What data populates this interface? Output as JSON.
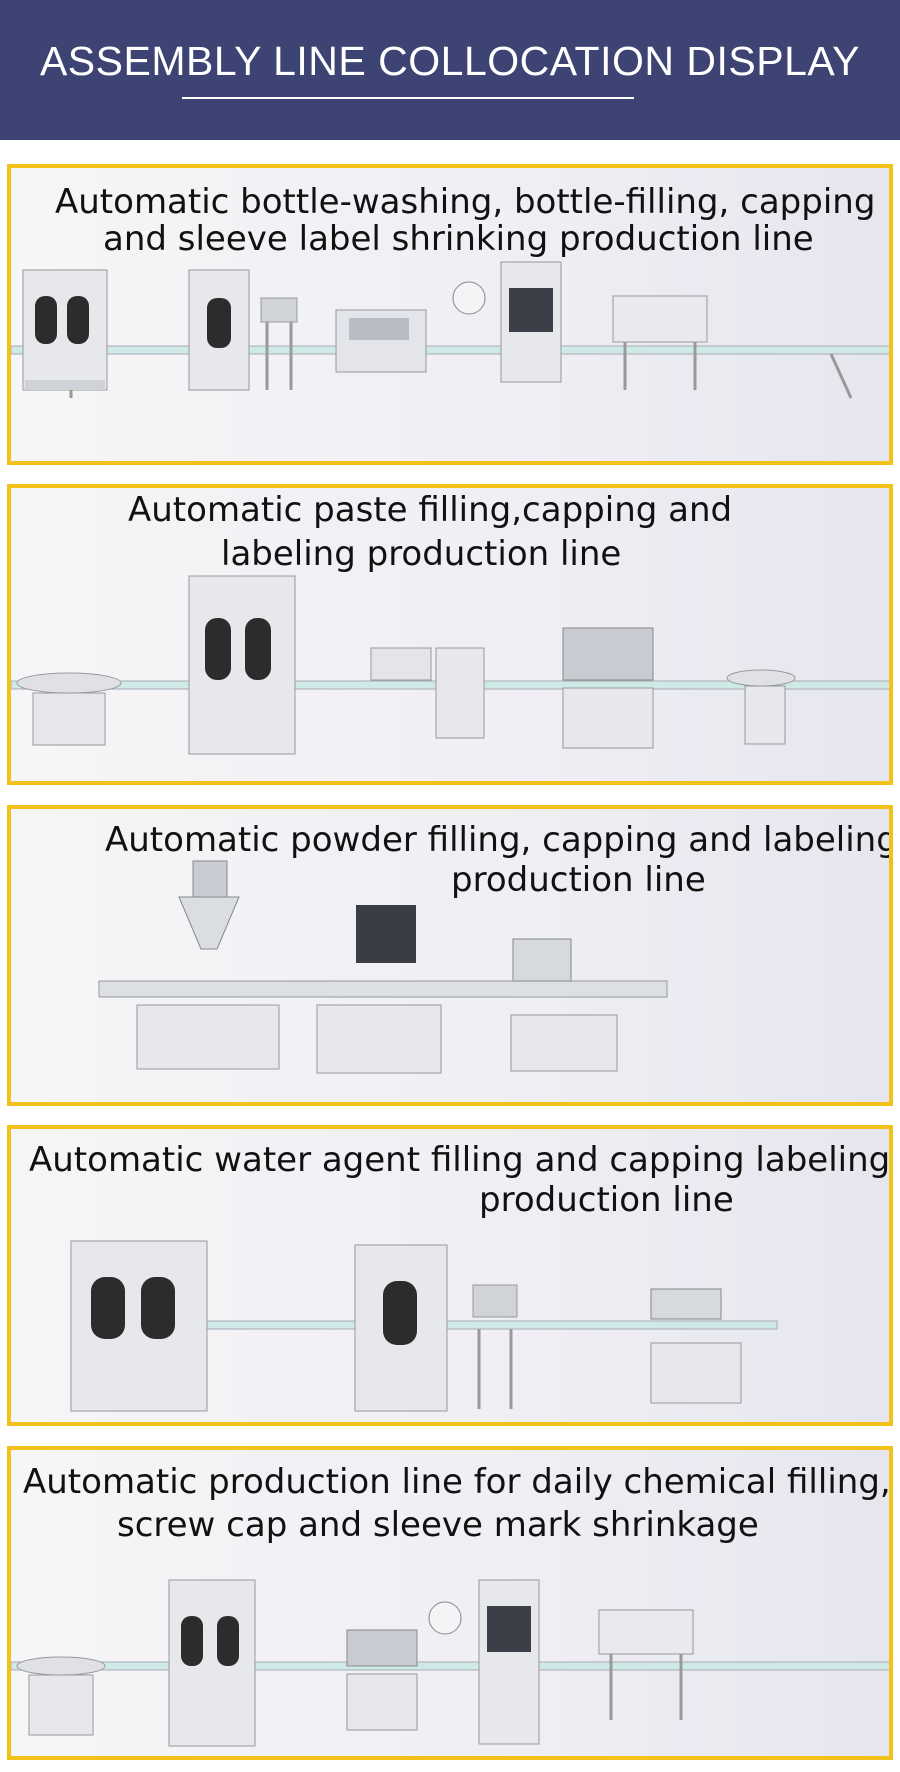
{
  "header": {
    "title": "ASSEMBLY LINE COLLOCATION DISPLAY"
  },
  "colors": {
    "header_bg": "#3d4372",
    "panel_border": "#f2c21b",
    "machine_body": "#e6e8ec",
    "conveyor_belt": "#cfeae6"
  },
  "panels": [
    {
      "line1": "Automatic bottle-washing, bottle-filling, capping",
      "line2": "and sleeve label shrinking production line"
    },
    {
      "line1": "Automatic paste filling,capping and",
      "line2": "labeling production line"
    },
    {
      "line1": "Automatic powder filling, capping and labeling",
      "line2": "production line"
    },
    {
      "line1": "Automatic water agent filling and capping labeling",
      "line2": "production line"
    },
    {
      "line1": "Automatic production line for daily chemical filling,",
      "line2": "screw cap and sleeve mark shrinkage"
    }
  ],
  "icons": [
    "filling-machine-icon",
    "capping-machine-icon",
    "labeling-machine-icon",
    "shrink-tunnel-icon",
    "conveyor-icon",
    "turntable-icon",
    "powder-filler-icon",
    "cap-feeder-icon"
  ]
}
